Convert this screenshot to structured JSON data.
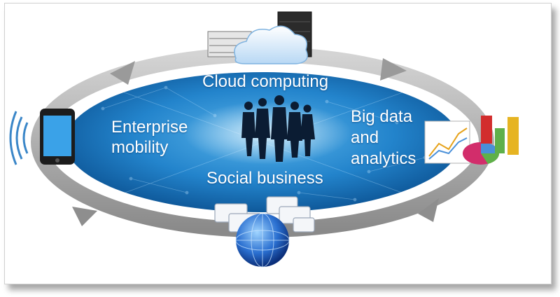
{
  "labels": {
    "cloud": "Cloud computing",
    "mobility_line1": "Enterprise",
    "mobility_line2": "mobility",
    "bigdata_line1": "Big data",
    "bigdata_line2": "and",
    "bigdata_line3": "analytics",
    "social": "Social business"
  },
  "icons": {
    "top": [
      "server-rack-icon",
      "cloud-icon",
      "server-tower-icon"
    ],
    "left": [
      "wireless-signal-icon",
      "smartphone-icon"
    ],
    "right": [
      "line-chart-icon",
      "pie-chart-icon",
      "bar-chart-icon"
    ],
    "bottom": [
      "chat-bubbles-icon",
      "globe-icon"
    ],
    "center": [
      "business-people-icon"
    ]
  },
  "colors": {
    "ellipse_light": "#3d9ad8",
    "ellipse_dark": "#0a4f8f",
    "ring_arrows": "#9c9c9c",
    "label_text": "#ffffff"
  }
}
